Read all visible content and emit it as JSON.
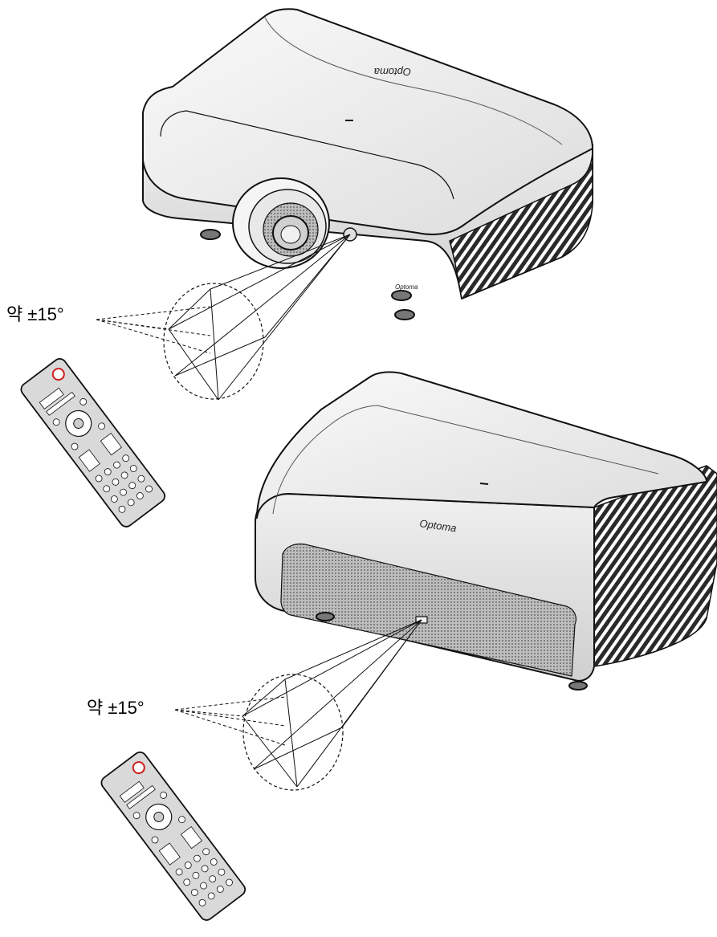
{
  "diagram": {
    "projector_top": {
      "brand": "Optoma"
    },
    "projector_bottom": {
      "brand": "Optoma"
    },
    "angle_labels": {
      "top": "약 ±15°",
      "bottom": "약 ±15°"
    }
  },
  "colors": {
    "line": "#111111",
    "body": "#f4f4f4",
    "body_shadow": "#d4d4d4",
    "remote": "#d9d9d9",
    "power_button": "#cc1f1f"
  }
}
